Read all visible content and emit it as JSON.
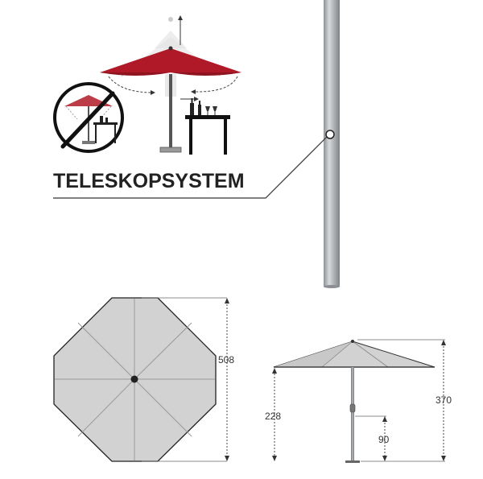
{
  "title": "TELESKOPSYSTEM",
  "dimensions": {
    "diameter": "508",
    "total_height": "370",
    "canopy_clearance": "228",
    "crank_height": "90"
  },
  "colors": {
    "canopy_red": "#b01a28",
    "canopy_grey": "#d2d2d2",
    "pole_grey": "#a8acb0",
    "outline": "#222222",
    "guide_line": "#555555"
  }
}
